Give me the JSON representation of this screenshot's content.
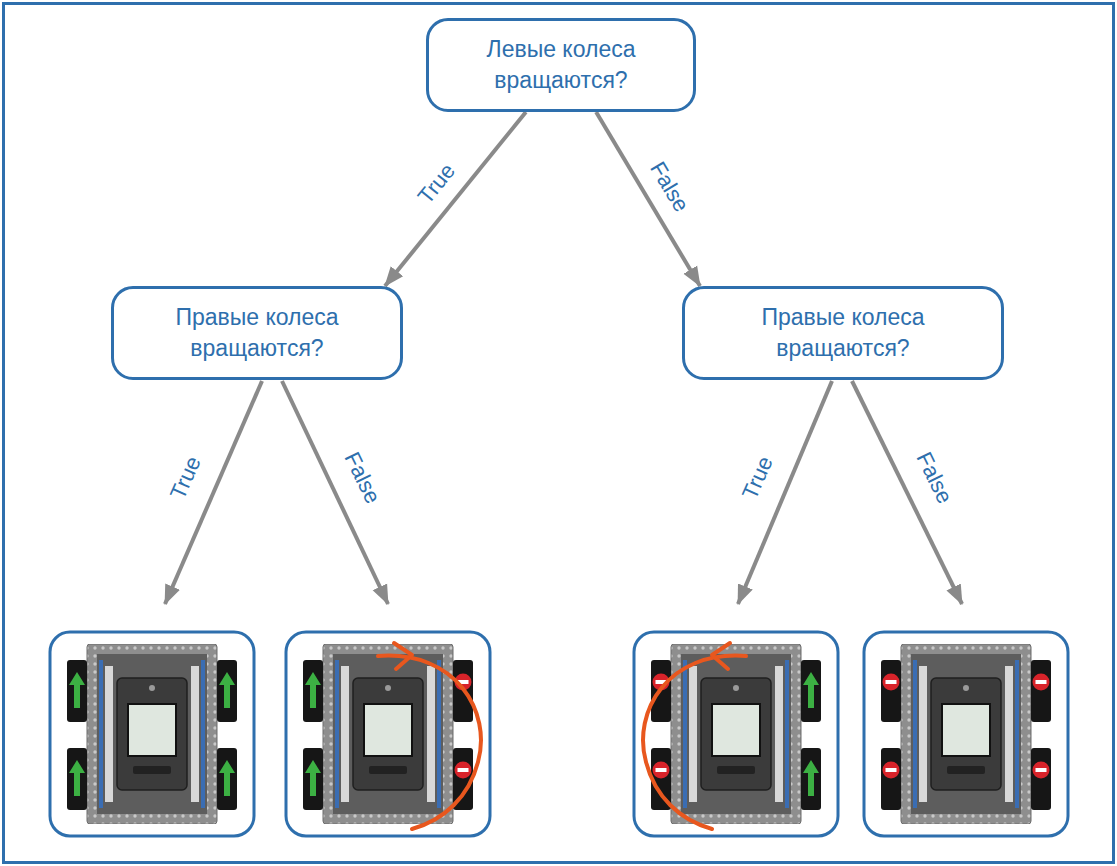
{
  "diagram": {
    "nodes": [
      {
        "text": [
          "Левые колеса вращаются?"
        ]
      },
      {
        "text": [
          "Правые колеса вращаются?"
        ]
      },
      {
        "text": [
          "Правые колеса вращаются?"
        ]
      }
    ],
    "edges": [
      {
        "from": 0,
        "to": 1,
        "arrow": "to",
        "label": "True"
      },
      {
        "from": 0,
        "to": 2,
        "arrow": "to",
        "label": "False"
      }
    ],
    "labels": [
      "True",
      "False",
      "True",
      "False"
    ]
  }
}
